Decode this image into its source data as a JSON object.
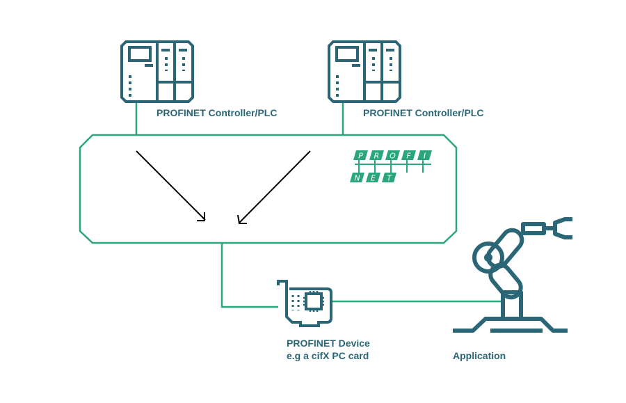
{
  "nodes": {
    "plc_left": {
      "label": "PROFINET Controller/PLC"
    },
    "plc_right": {
      "label": "PROFINET Controller/PLC"
    },
    "device": {
      "label_line1": "PROFINET Device",
      "label_line2": "e.g a cifX PC card"
    },
    "application": {
      "label": "Application"
    }
  },
  "network": {
    "logo": {
      "top_letters": [
        "P",
        "R",
        "O",
        "F",
        "I"
      ],
      "bottom_letters": [
        "N",
        "E",
        "T"
      ]
    }
  },
  "colors": {
    "icon": "#2b6677",
    "line": "#2aa57d",
    "logo": "#2aa57d",
    "arrow": "#000000"
  }
}
